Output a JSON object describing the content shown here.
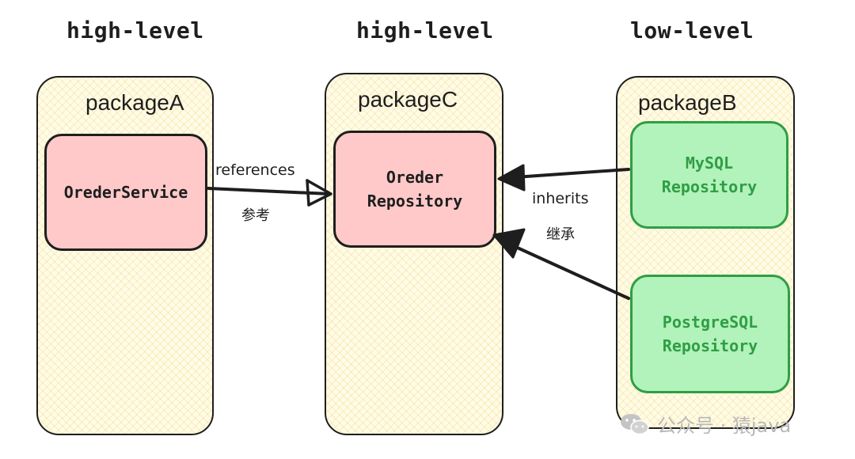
{
  "levels": {
    "left": "high-level",
    "middle": "high-level",
    "right": "low-level"
  },
  "packages": {
    "a": {
      "title": "packageA",
      "service": "OrederService"
    },
    "c": {
      "title": "packageC",
      "repository": "Oreder\nRepository"
    },
    "b": {
      "title": "packageB",
      "mysql": "MySQL\nRepository",
      "postgres": "PostgreSQL\nRepository"
    }
  },
  "edges": {
    "references": {
      "label": "references",
      "label_cn": "参考"
    },
    "inherits": {
      "label": "inherits",
      "label_cn": "继承"
    }
  },
  "watermark": {
    "icon": "wechat-icon",
    "text": "公众号 · 猿java"
  },
  "colors": {
    "package_fill": "#fffbe6",
    "red_fill": "#ffc9c9",
    "green_fill": "#b2f2bb",
    "green_stroke": "#2f9e44",
    "stroke": "#1e1e1e"
  }
}
